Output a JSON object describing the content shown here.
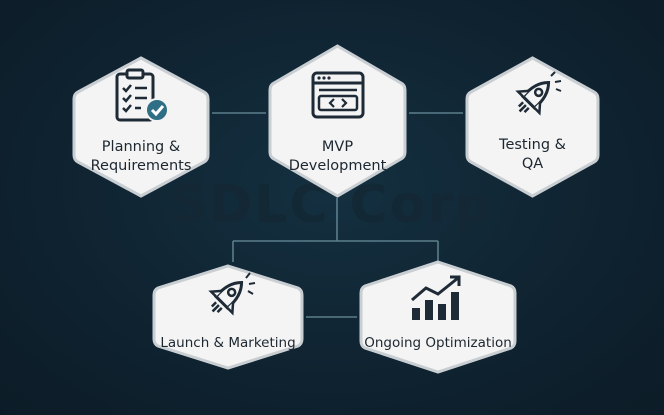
{
  "watermark": "SDLC Corp",
  "nodes": [
    {
      "name": "planning",
      "label": "Planning &\nRequirements",
      "icon": "clipboard-check-icon"
    },
    {
      "name": "mvp",
      "label": "MVP\nDevelopment",
      "icon": "code-window-icon"
    },
    {
      "name": "testing",
      "label": "Testing &\nQA",
      "icon": "rocket-icon"
    },
    {
      "name": "launch",
      "label": "Launch & Marketing",
      "icon": "rocket-icon"
    },
    {
      "name": "optimization",
      "label": "Ongoing Optimization",
      "icon": "growth-chart-icon"
    }
  ],
  "colors": {
    "background": "#102430",
    "node_fill": "#f3f4f3",
    "node_stroke": "#c9ced2",
    "connector": "#5c7e8c",
    "icon_dark": "#1e2a36",
    "accent": "#2f6f86"
  }
}
